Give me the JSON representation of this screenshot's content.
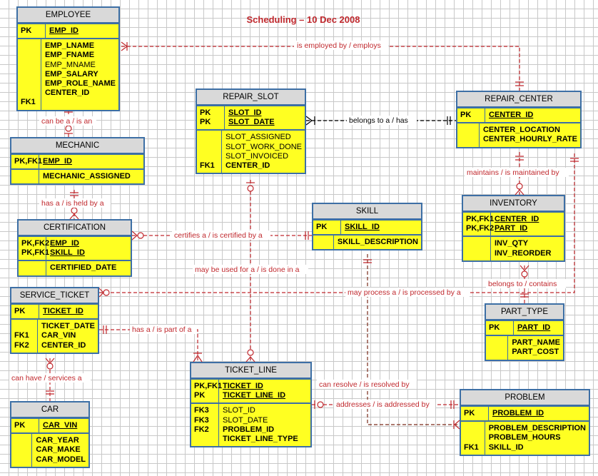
{
  "title": "Scheduling – 10 Dec 2008",
  "colors": {
    "entity_fill": "#ffff22",
    "entity_border": "#3d6fa5",
    "header_fill": "#d9d9d9",
    "relationship": "#c0282d"
  },
  "entities": {
    "employee": {
      "name": "EMPLOYEE",
      "pk": {
        "keys": "PK",
        "attrs": [
          "EMP_ID"
        ]
      },
      "body": {
        "keys": "\n\n\n\n\n\nFK1",
        "attrs": [
          "EMP_LNAME",
          "EMP_FNAME",
          "EMP_MNAME",
          "EMP_SALARY",
          "EMP_ROLE_NAME",
          "CENTER_ID"
        ]
      }
    },
    "mechanic": {
      "name": "MECHANIC",
      "pk": {
        "keys": "PK,FK1",
        "attrs": [
          "EMP_ID"
        ]
      },
      "body": {
        "keys": "",
        "attrs": [
          "MECHANIC_ASSIGNED"
        ]
      }
    },
    "certification": {
      "name": "CERTIFICATION",
      "pk": {
        "keys": "PK,FK2\nPK,FK1",
        "attrs": [
          "EMP_ID",
          "SKILL_ID"
        ]
      },
      "body": {
        "keys": "",
        "attrs": [
          "CERTIFIED_DATE"
        ]
      }
    },
    "service_ticket": {
      "name": "SERVICE_TICKET",
      "pk": {
        "keys": "PK",
        "attrs": [
          "TICKET_ID"
        ]
      },
      "body": {
        "keys": "\nFK1\nFK2",
        "attrs": [
          "TICKET_DATE",
          "CAR_VIN",
          "CENTER_ID"
        ]
      }
    },
    "car": {
      "name": "CAR",
      "pk": {
        "keys": "PK",
        "attrs": [
          "CAR_VIN"
        ]
      },
      "body": {
        "keys": "",
        "attrs": [
          "CAR_YEAR",
          "CAR_MAKE",
          "CAR_MODEL"
        ]
      }
    },
    "repair_slot": {
      "name": "REPAIR_SLOT",
      "pk": {
        "keys": "PK\nPK",
        "attrs": [
          "SLOT_ID",
          "SLOT_DATE"
        ]
      },
      "body": {
        "keys": "\n\n\nFK1",
        "attrs": [
          "SLOT_ASSIGNED",
          "SLOT_WORK_DONE",
          "SLOT_INVOICED",
          "CENTER_ID"
        ]
      }
    },
    "repair_center": {
      "name": "REPAIR_CENTER",
      "pk": {
        "keys": "PK",
        "attrs": [
          "CENTER_ID"
        ]
      },
      "body": {
        "keys": "",
        "attrs": [
          "CENTER_LOCATION",
          "CENTER_HOURLY_RATE"
        ]
      }
    },
    "inventory": {
      "name": "INVENTORY",
      "pk": {
        "keys": "PK,FK1\nPK,FK2",
        "attrs": [
          "CENTER_ID",
          "PART_ID"
        ]
      },
      "body": {
        "keys": "",
        "attrs": [
          "INV_QTY",
          "INV_REORDER"
        ]
      }
    },
    "skill": {
      "name": "SKILL",
      "pk": {
        "keys": "PK",
        "attrs": [
          "SKILL_ID"
        ]
      },
      "body": {
        "keys": "",
        "attrs": [
          "SKILL_DESCRIPTION"
        ]
      }
    },
    "part_type": {
      "name": "PART_TYPE",
      "pk": {
        "keys": "PK",
        "attrs": [
          "PART_ID"
        ]
      },
      "body": {
        "keys": "",
        "attrs": [
          "PART_NAME",
          "PART_COST"
        ]
      }
    },
    "ticket_line": {
      "name": "TICKET_LINE",
      "pk": {
        "keys": "PK,FK1\nPK",
        "attrs": [
          "TICKET_ID",
          "TICKET_LINE_ID"
        ]
      },
      "body": {
        "keys": "FK3\nFK3\nFK2",
        "attrs": [
          "SLOT_ID",
          "SLOT_DATE",
          "PROBLEM_ID",
          "TICKET_LINE_TYPE"
        ]
      }
    },
    "problem": {
      "name": "PROBLEM",
      "pk": {
        "keys": "PK",
        "attrs": [
          "PROBLEM_ID"
        ]
      },
      "body": {
        "keys": "\n\nFK1",
        "attrs": [
          "PROBLEM_DESCRIPTION",
          "PROBLEM_HOURS",
          "SKILL_ID"
        ]
      }
    }
  },
  "relationships": {
    "employs": "is employed by / employs",
    "mechanic_of": "can be a / is an",
    "holds": "has a / is held by a",
    "certifies": "certifies a / is certified by a",
    "belongs": "belongs to a / has",
    "maintains": "maintains / is maintained by",
    "contains": "belongs to / contains",
    "processes": "may process a / is processed by a",
    "slot_use": "may be used for a / is done in a",
    "has_part": "has a / is part of a",
    "services": "can have  / services a",
    "resolves": "can resolve / is resolved by",
    "addresses": "addresses / is addressed by"
  }
}
